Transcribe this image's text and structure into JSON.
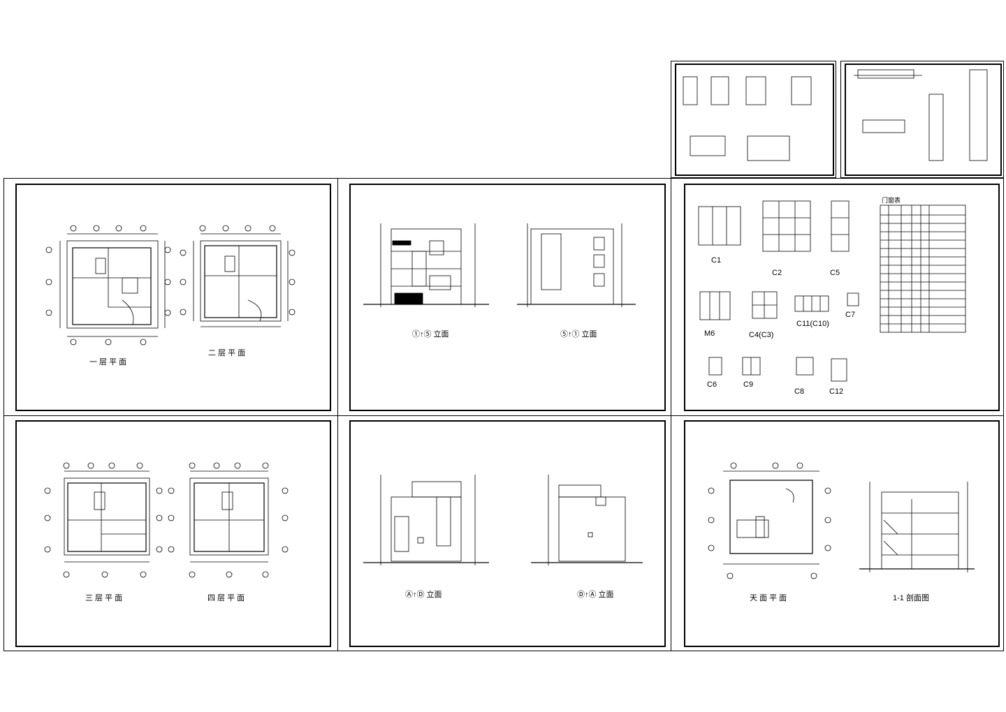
{
  "sheets": {
    "plan_1_2": {
      "titles": [
        "一 层 平 面",
        "二 层 平 面"
      ]
    },
    "elev_1": {
      "titles": [
        "①↑⑤ 立面",
        "⑤↑① 立面"
      ]
    },
    "doors": {
      "labels": [
        "C1",
        "C2",
        "C5",
        "M6",
        "C4(C3)",
        "C11(C10)",
        "C7",
        "C6",
        "C9",
        "C8",
        "C12"
      ],
      "table_title": "门窗表"
    },
    "plan_3_4": {
      "titles": [
        "三 层 平 面",
        "四 层 平 面"
      ]
    },
    "elev_2": {
      "titles": [
        "Ⓐ↑Ⓓ 立面",
        "Ⓓ↑Ⓐ 立面"
      ]
    },
    "roof": {
      "titles": [
        "天 面 平 面",
        "1-1 剖面图"
      ]
    }
  },
  "colors": {
    "line": "#000000",
    "background": "#ffffff"
  }
}
